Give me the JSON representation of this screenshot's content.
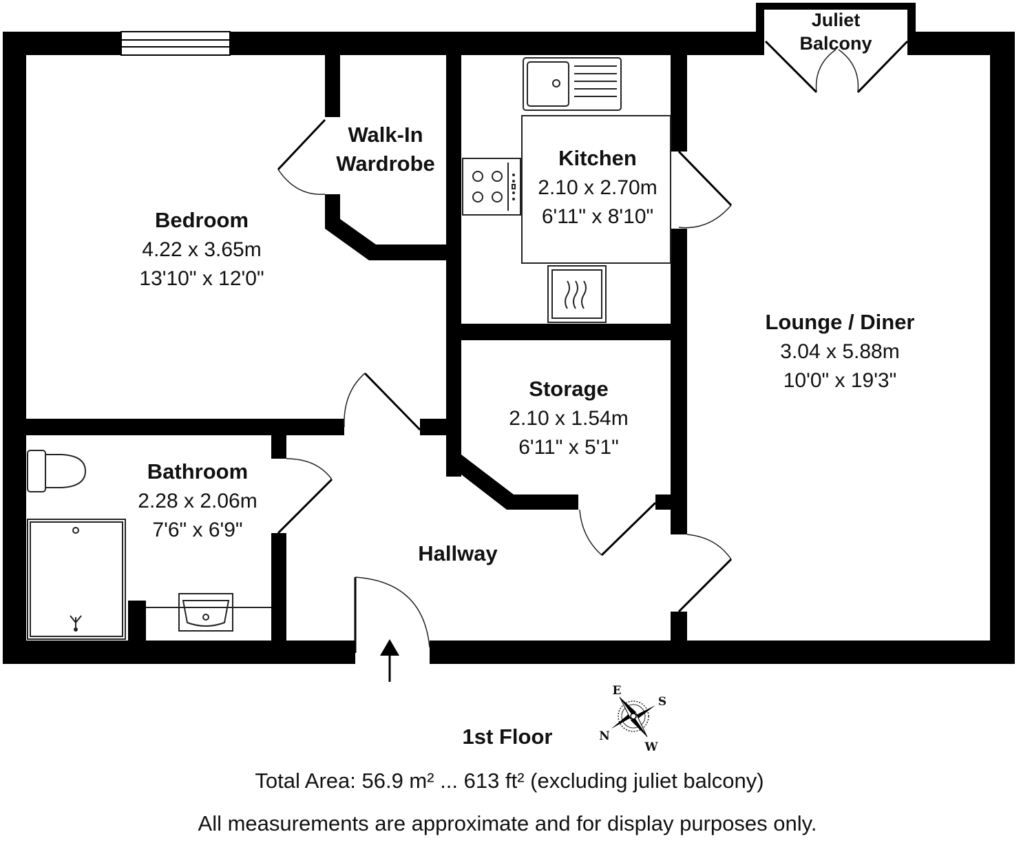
{
  "floor_label": "1st Floor",
  "rooms": {
    "bedroom": {
      "name": "Bedroom",
      "metric": "4.22 x 3.65m",
      "imperial": "13'10\" x 12'0\""
    },
    "wardrobe": {
      "name_line1": "Walk-In",
      "name_line2": "Wardrobe"
    },
    "kitchen": {
      "name": "Kitchen",
      "metric": "2.10 x 2.70m",
      "imperial": "6'11\" x 8'10\""
    },
    "lounge": {
      "name": "Lounge / Diner",
      "metric": "3.04 x 5.88m",
      "imperial": "10'0\" x 19'3\""
    },
    "storage": {
      "name": "Storage",
      "metric": "2.10 x 1.54m",
      "imperial": "6'11\" x 5'1\""
    },
    "bathroom": {
      "name": "Bathroom",
      "metric": "2.28 x 2.06m",
      "imperial": "7'6\" x 6'9\""
    },
    "hallway": {
      "name": "Hallway"
    },
    "balcony": {
      "line1": "Juliet",
      "line2": "Balcony"
    }
  },
  "compass": {
    "n": "N",
    "e": "E",
    "s": "S",
    "w": "W"
  },
  "footer": {
    "total_area": "Total Area: 56.9 m² ... 613 ft² (excluding juliet balcony)",
    "disclaimer": "All measurements are approximate and for display purposes only."
  }
}
